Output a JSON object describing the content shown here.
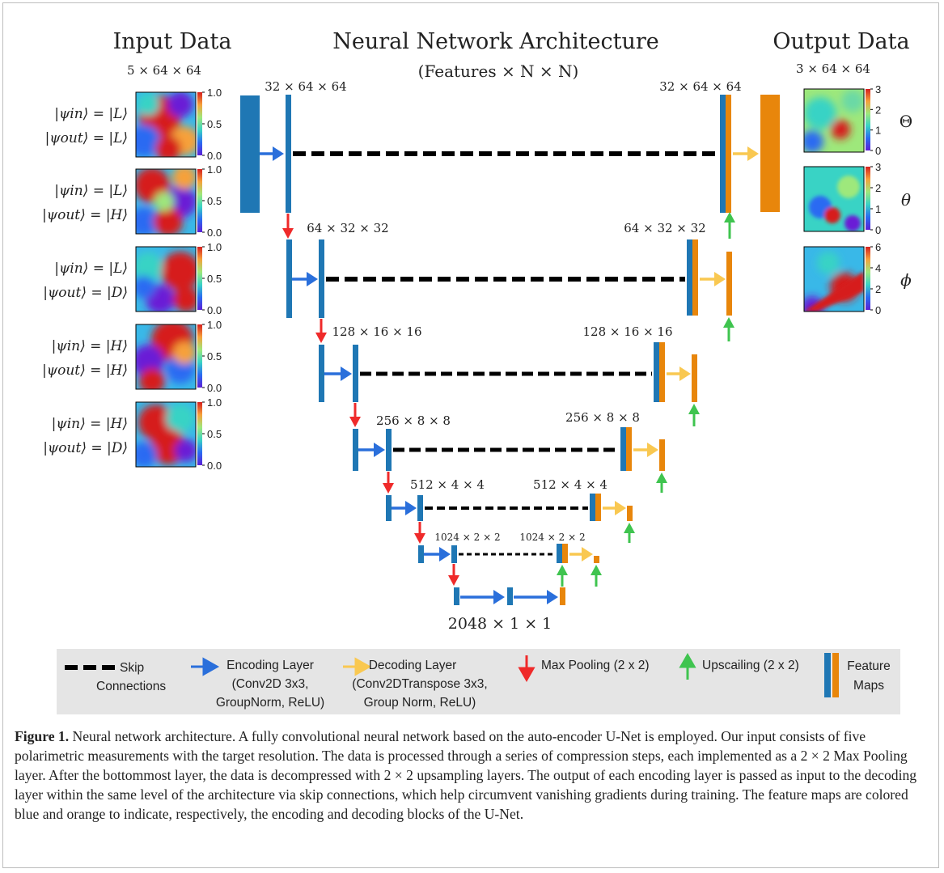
{
  "headings": {
    "input": "Input Data",
    "network": "Neural Network Architecture",
    "network_sub": "(Features × N × N)",
    "output": "Output Data"
  },
  "input": {
    "dims": "5 × 64 × 64",
    "colorbar_ticks": [
      "1.0",
      "0.5",
      "0.0"
    ],
    "panels": [
      {
        "psi_in": "|ψin⟩ = |L⟩",
        "psi_out": "|ψout⟩ = |L⟩"
      },
      {
        "psi_in": "|ψin⟩ = |L⟩",
        "psi_out": "|ψout⟩ = |H⟩"
      },
      {
        "psi_in": "|ψin⟩ = |L⟩",
        "psi_out": "|ψout⟩ = |D⟩"
      },
      {
        "psi_in": "|ψin⟩ = |H⟩",
        "psi_out": "|ψout⟩ = |H⟩"
      },
      {
        "psi_in": "|ψin⟩ = |H⟩",
        "psi_out": "|ψout⟩ = |D⟩"
      }
    ]
  },
  "output": {
    "dims": "3 × 64 × 64",
    "panels": [
      {
        "symbol": "Θ",
        "ticks": [
          "3",
          "2",
          "1",
          "0"
        ]
      },
      {
        "symbol": "θ",
        "ticks": [
          "3",
          "2",
          "1",
          "0"
        ]
      },
      {
        "symbol": "ϕ",
        "ticks": [
          "6",
          "4",
          "2",
          "0"
        ]
      }
    ]
  },
  "levels": {
    "enc": [
      "32 × 64 × 64",
      "64 × 32 × 32",
      "128 × 16 × 16",
      "256 × 8 × 8",
      "512 × 4 × 4",
      "1024 × 2 × 2"
    ],
    "dec": [
      "32 × 64 × 64",
      "64 × 32 × 32",
      "128 × 16 × 16",
      "256 × 8 × 8",
      "512 × 4 × 4",
      "1024 × 2 × 2"
    ],
    "bottom": "2048 × 1 × 1"
  },
  "legend": {
    "skip": [
      "Skip",
      "Connections"
    ],
    "encoding": [
      "Encoding Layer",
      "(Conv2D 3x3,",
      "GroupNorm, ReLU)"
    ],
    "decoding": [
      "Decoding Layer",
      "(Conv2DTranspose 3x3,",
      "Group Norm, ReLU)"
    ],
    "maxpool": "Max Pooling (2 x 2)",
    "upscaling": "Upscailing (2 x 2)",
    "feature": [
      "Feature",
      "Maps"
    ]
  },
  "caption": {
    "label": "Figure 1.",
    "text": " Neural network architecture. A fully convolutional neural network based on the auto-encoder U-Net is employed. Our input consists of five polarimetric measurements with the target resolution. The data is processed through a series of compression steps, each implemented as a 2 × 2 Max Pooling layer. After the bottommost layer, the data is decompressed with 2 × 2 upsampling layers. The output of each encoding layer is passed as input to the decoding layer within the same level of the architecture via skip connections, which help circumvent vanishing gradients during training. The feature maps are colored blue and orange to indicate, respectively, the encoding and decoding blocks of the U-Net."
  },
  "colors": {
    "encoder": "#1f77b4",
    "decoder": "#e8860b",
    "encode_arrow": "#2a6fdb",
    "decode_arrow": "#f9c851",
    "pool_arrow": "#ef2a2a",
    "up_arrow": "#3fc44f",
    "legend_bg": "#e5e5e5"
  }
}
